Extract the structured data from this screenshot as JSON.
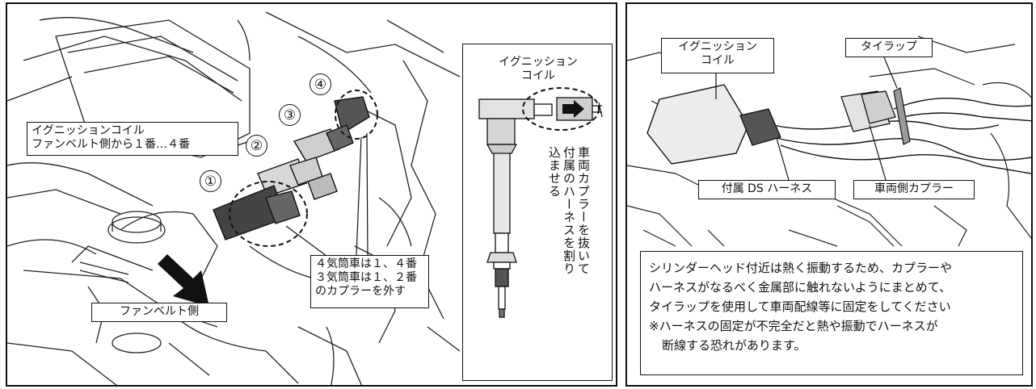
{
  "left": {
    "coil_position_label": {
      "line1": "イグニッションコイル",
      "line2": "ファンベルト側から１番…４番"
    },
    "cylinder_numbers": [
      "①",
      "②",
      "③",
      "④"
    ],
    "fan_belt_label": "ファンベルト側",
    "coupler_note": {
      "line1": "４気筒車は１、４番",
      "line2": "３気筒車は１、２番",
      "line3": "のカプラーを外す"
    },
    "inset": {
      "title_line1": "イグニッション",
      "title_line2": "コイル",
      "instruction_col1": "車両カプラーを抜いて",
      "instruction_col2": "付属のハーネスを割り",
      "instruction_col3": "込ませる"
    }
  },
  "right": {
    "coil_label": {
      "line1": "イグニッション",
      "line2": "コイル"
    },
    "tie_wrap_label": "タイラップ",
    "ds_harness_label": "付属 DS ハーネス",
    "vehicle_coupler_label": "車両側カプラー",
    "note": {
      "line1": "シリンダーヘッド付近は熱く振動するため、カプラーや",
      "line2": "ハーネスがなるべく金属部に触れないようにまとめて、",
      "line3": "タイラップを使用して車両配線等に固定をしてください",
      "line4": "※ハーネスの固定が不完全だと熱や振動でハーネスが",
      "line5": "断線する恐れがあります。"
    }
  }
}
